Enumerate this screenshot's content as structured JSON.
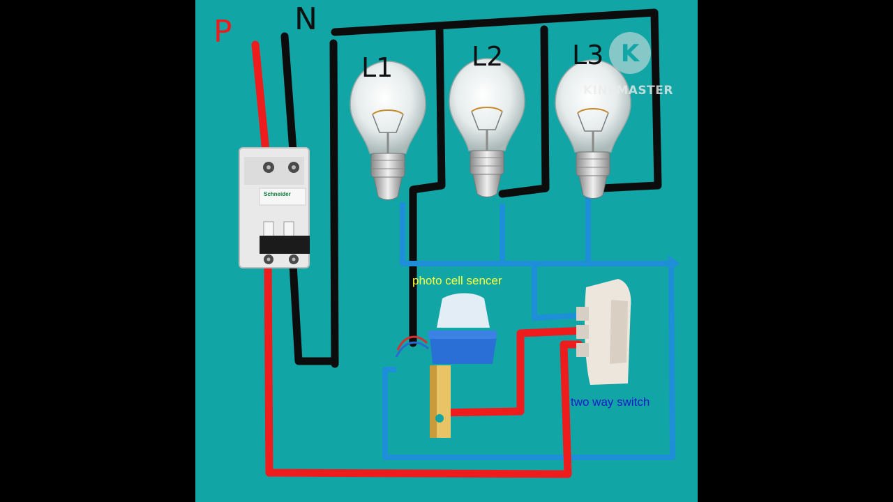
{
  "diagram": {
    "terminals": {
      "phase": "P",
      "neutral": "N"
    },
    "lamps": [
      {
        "label": "L1"
      },
      {
        "label": "L2"
      },
      {
        "label": "L3"
      }
    ],
    "breaker_brand": "Schneider",
    "components": {
      "photo_cell_label": "photo cell sencer",
      "switch_label": "two way switch"
    },
    "colors": {
      "background": "#12a5a5",
      "phase_wire": "#ee1c1c",
      "neutral_wire": "#0c0c0c",
      "switched_wire": "#1e8ed8",
      "photo_label": "#ffff33",
      "switch_label": "#1a1acc"
    }
  },
  "watermark": {
    "text": "KINEMASTER",
    "icon": "kinemaster-k-icon",
    "letter": "K"
  }
}
